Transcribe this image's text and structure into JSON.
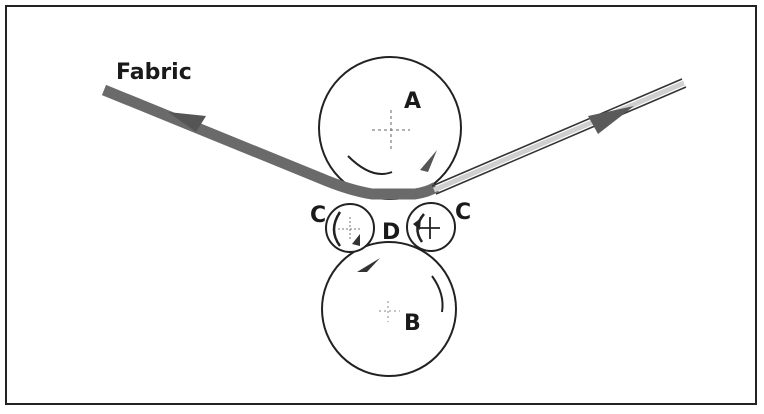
{
  "diagram": {
    "labels": {
      "fabric": "Fabric",
      "roller_a": "A",
      "roller_b": "B",
      "roller_c_left": "C",
      "roller_c_right": "C",
      "nip_d": "D"
    },
    "colors": {
      "outline": "#222222",
      "fabric_incoming": "#6a6a6a",
      "arrow": "#555555"
    }
  }
}
